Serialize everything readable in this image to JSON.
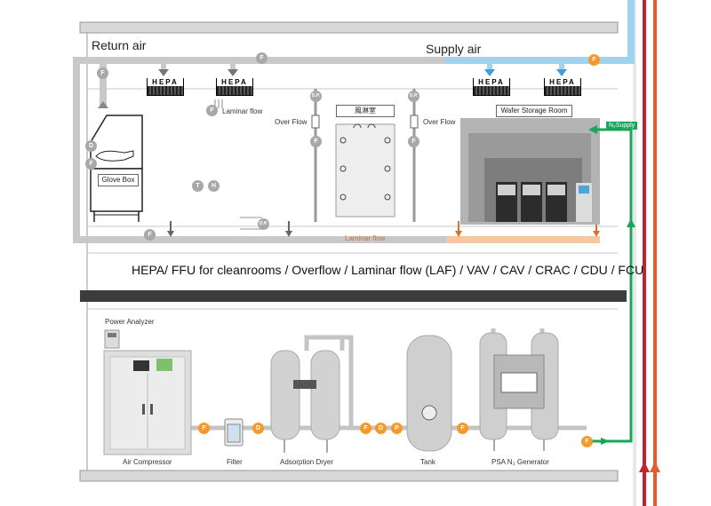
{
  "labels": {
    "return_air": "Return air",
    "supply_air": "Supply air",
    "hepa": "HEPA",
    "laminar_flow_top": "Laminar flow",
    "over_flow": "Over Flow",
    "air_shower": "風淋室",
    "wafer_storage": "Wafer Storage Room",
    "glove_box": "Glove Box",
    "n2_supply": "N₂Supply",
    "laminar_flow_bottom": "Laminar flow",
    "caption": "HEPA/ FFU for cleanrooms / Overflow / Laminar flow (LAF) / VAV / CAV / CRAC / CDU / FCU",
    "power_analyzer": "Power Analyzer",
    "air_compressor": "Air Compressor",
    "filter": "Filter",
    "adsorption_dryer": "Adsorption Dryer",
    "tank": "Tank",
    "psa_generator": "PSA N₂ Generator"
  },
  "badges": {
    "flow": "F",
    "dp": "D.P.",
    "d": "D",
    "t": "T",
    "h": "H",
    "p": "P"
  },
  "colors": {
    "supply_air": "#9fd3f0",
    "return_air": "#c9c9c9",
    "laminar_orange": "#f7c7a0",
    "n2_green": "#1aa65a",
    "pipe_red": "#c8202e",
    "pipe_orange": "#e85a2a",
    "badge_orange": "#f39a2b",
    "badge_gray": "#a8a8a8",
    "floor_dark": "#3c3c3c"
  }
}
